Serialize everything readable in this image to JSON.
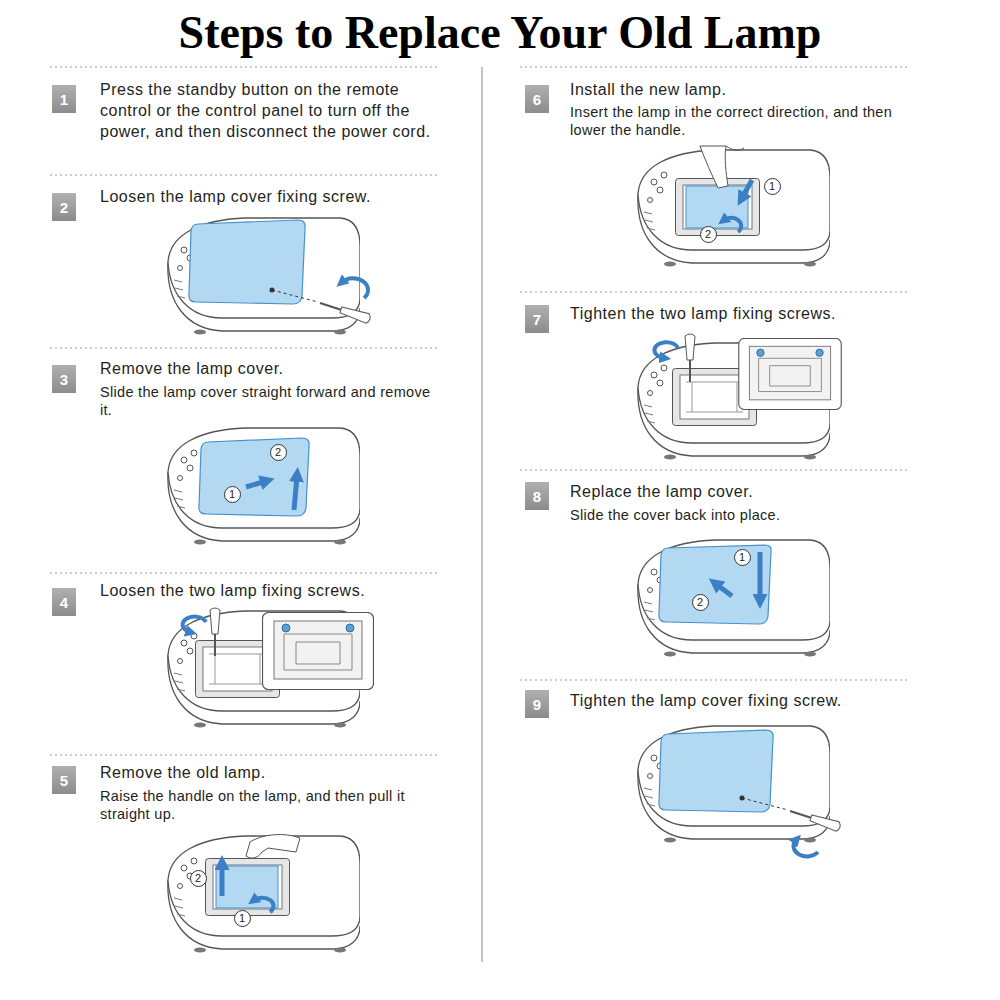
{
  "diagram": {
    "title": "Steps to Replace Your Old Lamp",
    "nodes": [
      {
        "text": [
          "1"
        ]
      },
      {
        "text": [
          "2"
        ]
      },
      {
        "text": [
          "3"
        ]
      },
      {
        "text": [
          "4"
        ]
      },
      {
        "text": [
          "5"
        ]
      },
      {
        "text": [
          "6"
        ]
      },
      {
        "text": [
          "7"
        ]
      },
      {
        "text": [
          "8"
        ]
      },
      {
        "text": [
          "9"
        ]
      }
    ],
    "labels": [
      "Press the standby button on the remote control or the control panel to turn off the power, and then disconnect the power cord.",
      "Loosen the lamp cover fixing screw.",
      "Remove the lamp cover.",
      "Slide the lamp cover straight forward and remove it.",
      "1",
      "2",
      "Loosen the two lamp fixing screws.",
      "Remove the old lamp.",
      "Raise the handle on the lamp, and then pull it straight up.",
      "1",
      "2",
      "Install the new lamp.",
      "Insert the lamp in the correct direction, and then lower the handle.",
      "1",
      "2",
      "Tighten the two lamp fixing screws.",
      "Replace the lamp cover.",
      "Slide the cover back into place.",
      "1",
      "2",
      "Tighten the lamp cover fixing screw."
    ]
  }
}
